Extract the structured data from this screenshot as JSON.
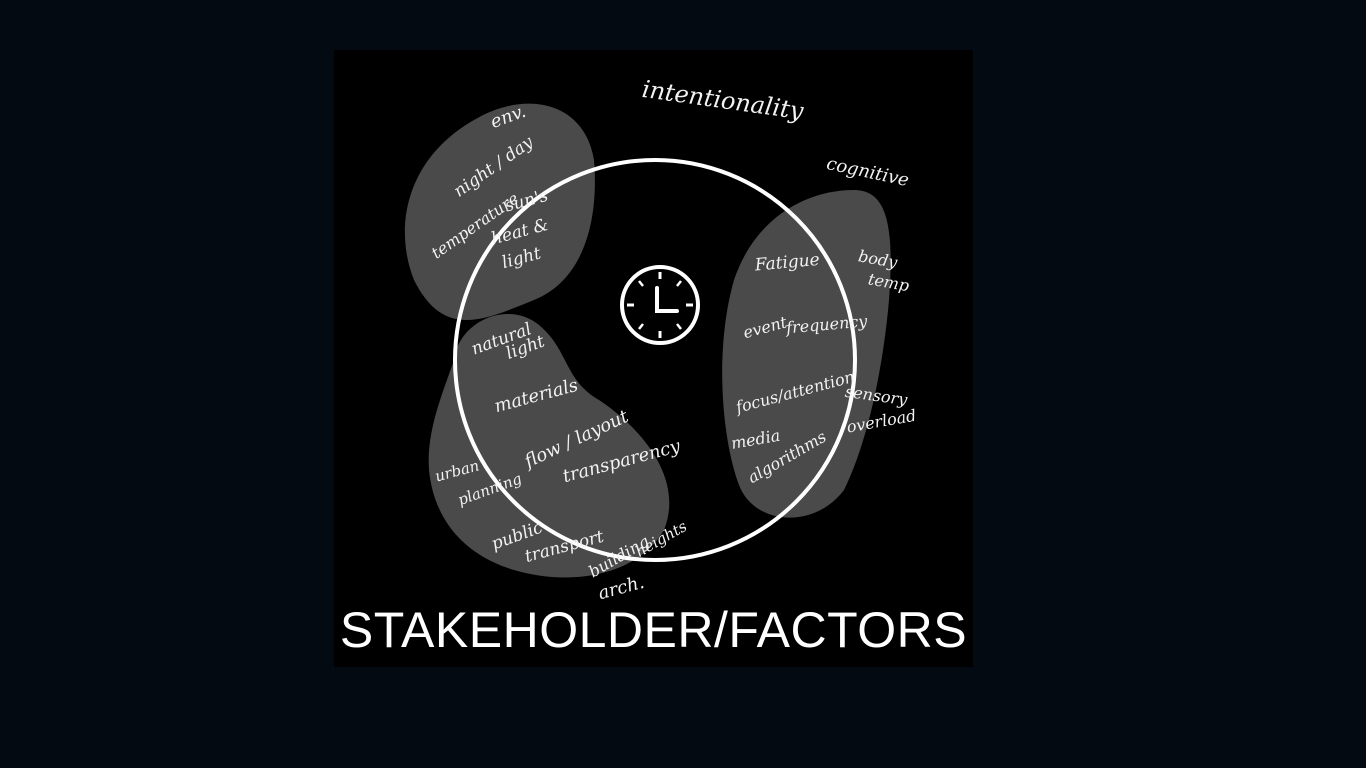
{
  "diagram": {
    "center_label": "intentionality",
    "center_icon": "clock-icon",
    "caption": "STAKEHOLDER/FACTORS",
    "colors": {
      "background": "#040a12",
      "panel": "#000000",
      "blob": "#4a4a4a",
      "stroke": "#ffffff"
    },
    "groups": {
      "env": {
        "label": "env.",
        "items": [
          "night / day",
          "temperature",
          "sun's",
          "heat &",
          "light"
        ]
      },
      "arch": {
        "label": "arch.",
        "items": [
          "natural",
          "light",
          "materials",
          "flow / layout",
          "transparency",
          "urban",
          "planning",
          "public",
          "transport",
          "building",
          "heights"
        ]
      },
      "cognitive": {
        "label": "cognitive",
        "items": [
          "Fatigue",
          "event",
          "frequency",
          "focus/attention",
          "media",
          "algorithms",
          "body",
          "temp",
          "sensory",
          "overload"
        ]
      }
    }
  }
}
